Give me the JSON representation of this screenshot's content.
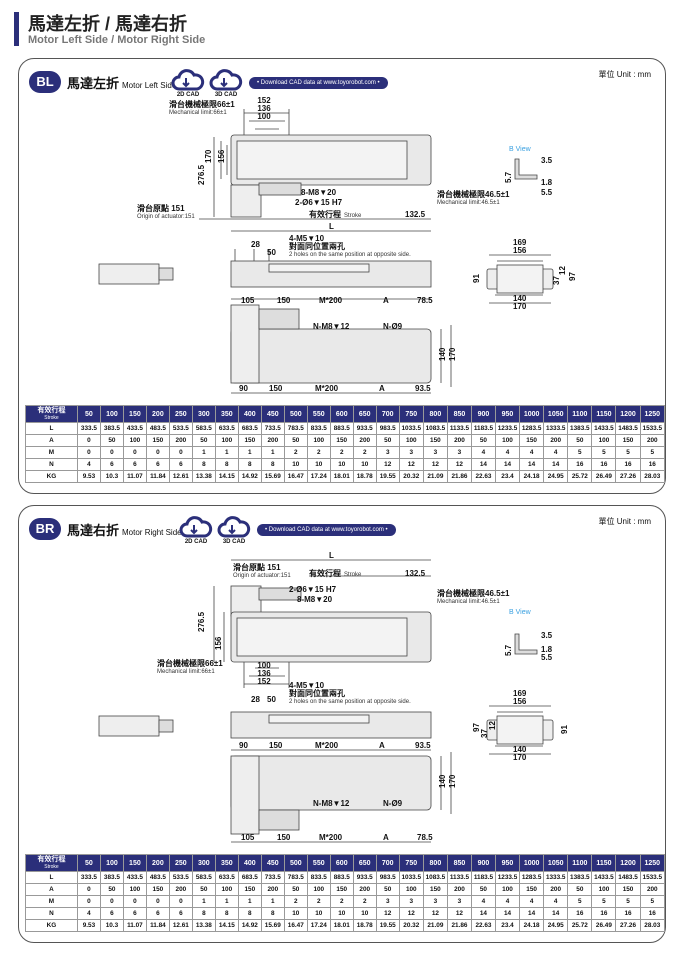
{
  "header": {
    "title": "馬達左折 / 馬達右折",
    "subtitle": "Motor Left Side / Motor Right Side"
  },
  "common": {
    "unit": "單位 Unit : mm",
    "cad_2d": "2D CAD",
    "cad_3d": "3D CAD",
    "download": "• Download CAD data at www.toyorobot.com •",
    "b_view": "B View"
  },
  "bl": {
    "badge": "BL",
    "title_zh": "馬達左折",
    "title_en": "Motor Left Side",
    "labels": {
      "mech_limit_left": "滑台機械極限66±1",
      "mech_limit_left_en": "Mechanical limit:66±1",
      "mech_limit_right": "滑台機械極限46.5±1",
      "mech_limit_right_en": "Mechanical limit:46.5±1",
      "origin": "滑台原點 151",
      "origin_en": "Origin of actuator:151",
      "stroke": "有效行程",
      "stroke_en": "Stroke",
      "holes": "4-M5▼10",
      "holes_zh": "對面同位置兩孔",
      "holes_en": "2 holes on the same position at opposite side.",
      "screw1": "8-M8▼20",
      "screw2": "2-Ø6▼15 H7",
      "nm8": "N-M8▼12",
      "n9": "N-Ø9"
    },
    "dims": {
      "d152": "152",
      "d136": "136",
      "d100": "100",
      "d276": "276.5",
      "d170": "170",
      "d156": "156",
      "d1325": "132.5",
      "L": "L",
      "d28": "28",
      "d50": "50",
      "d105": "105",
      "d150": "150",
      "m200": "M*200",
      "A": "A",
      "d785": "78.5",
      "d140": "140",
      "d170b": "170",
      "d90": "90",
      "d150b": "150",
      "m200b": "M*200",
      "Ab": "A",
      "d935": "93.5",
      "e169": "169",
      "e156": "156",
      "e91": "91",
      "e37": "37",
      "e12": "12",
      "e97": "97",
      "e140": "140",
      "e170": "170",
      "v35": "3.5",
      "v57": "5.7",
      "v18": "1.8",
      "v55": "5.5"
    }
  },
  "br": {
    "badge": "BR",
    "title_zh": "馬達右折",
    "title_en": "Motor Right Side",
    "labels": {
      "mech_limit_left": "滑台機械極限66±1",
      "mech_limit_left_en": "Mechanical limit:66±1",
      "mech_limit_right": "滑台機械極限46.5±1",
      "mech_limit_right_en": "Mechanical limit:46.5±1",
      "origin": "滑台原點 151",
      "origin_en": "Origin of actuator:151",
      "stroke": "有效行程",
      "stroke_en": "Stroke",
      "holes": "4-M5▼10",
      "holes_zh": "對面同位置兩孔",
      "holes_en": "2 holes on the same position at opposite side.",
      "screw1": "8-M8▼20",
      "screw2": "2-Ø6▼15 H7",
      "nm8": "N-M8▼12",
      "n9": "N-Ø9"
    },
    "dims": {
      "L": "L",
      "d1325": "132.5",
      "d276": "276.5",
      "d156": "156",
      "d100": "100",
      "d136": "136",
      "d152": "152",
      "d28": "28",
      "d50": "50",
      "d90": "90",
      "d150": "150",
      "m200": "M*200",
      "A": "A",
      "d935": "93.5",
      "d140": "140",
      "d170": "170",
      "d105": "105",
      "d150b": "150",
      "m200b": "M*200",
      "Ab": "A",
      "d785": "78.5",
      "e169": "169",
      "e156": "156",
      "e97": "97",
      "e37": "37",
      "e12": "12",
      "e91": "91",
      "e140": "140",
      "e170": "170",
      "v35": "3.5",
      "v57": "5.7",
      "v18": "1.8",
      "v55": "5.5"
    }
  },
  "spec_table": {
    "header_zh": "有效行程",
    "header_en": "Stroke",
    "strokes": [
      "50",
      "100",
      "150",
      "200",
      "250",
      "300",
      "350",
      "400",
      "450",
      "500",
      "550",
      "600",
      "650",
      "700",
      "750",
      "800",
      "850",
      "900",
      "950",
      "1000",
      "1050",
      "1100",
      "1150",
      "1200",
      "1250"
    ],
    "rows": [
      {
        "label": "L",
        "values": [
          "333.5",
          "383.5",
          "433.5",
          "483.5",
          "533.5",
          "583.5",
          "633.5",
          "683.5",
          "733.5",
          "783.5",
          "833.5",
          "883.5",
          "933.5",
          "983.5",
          "1033.5",
          "1083.5",
          "1133.5",
          "1183.5",
          "1233.5",
          "1283.5",
          "1333.5",
          "1383.5",
          "1433.5",
          "1483.5",
          "1533.5"
        ]
      },
      {
        "label": "A",
        "values": [
          "0",
          "50",
          "100",
          "150",
          "200",
          "50",
          "100",
          "150",
          "200",
          "50",
          "100",
          "150",
          "200",
          "50",
          "100",
          "150",
          "200",
          "50",
          "100",
          "150",
          "200",
          "50",
          "100",
          "150",
          "200"
        ]
      },
      {
        "label": "M",
        "values": [
          "0",
          "0",
          "0",
          "0",
          "0",
          "1",
          "1",
          "1",
          "1",
          "2",
          "2",
          "2",
          "2",
          "3",
          "3",
          "3",
          "3",
          "4",
          "4",
          "4",
          "4",
          "5",
          "5",
          "5",
          "5"
        ]
      },
      {
        "label": "N",
        "values": [
          "4",
          "6",
          "6",
          "6",
          "6",
          "8",
          "8",
          "8",
          "8",
          "10",
          "10",
          "10",
          "10",
          "12",
          "12",
          "12",
          "12",
          "14",
          "14",
          "14",
          "14",
          "16",
          "16",
          "16",
          "16"
        ]
      },
      {
        "label": "KG",
        "values": [
          "9.53",
          "10.3",
          "11.07",
          "11.84",
          "12.61",
          "13.38",
          "14.15",
          "14.92",
          "15.69",
          "16.47",
          "17.24",
          "18.01",
          "18.78",
          "19.55",
          "20.32",
          "21.09",
          "21.86",
          "22.63",
          "23.4",
          "24.18",
          "24.95",
          "25.72",
          "26.49",
          "27.26",
          "28.03"
        ]
      }
    ]
  }
}
